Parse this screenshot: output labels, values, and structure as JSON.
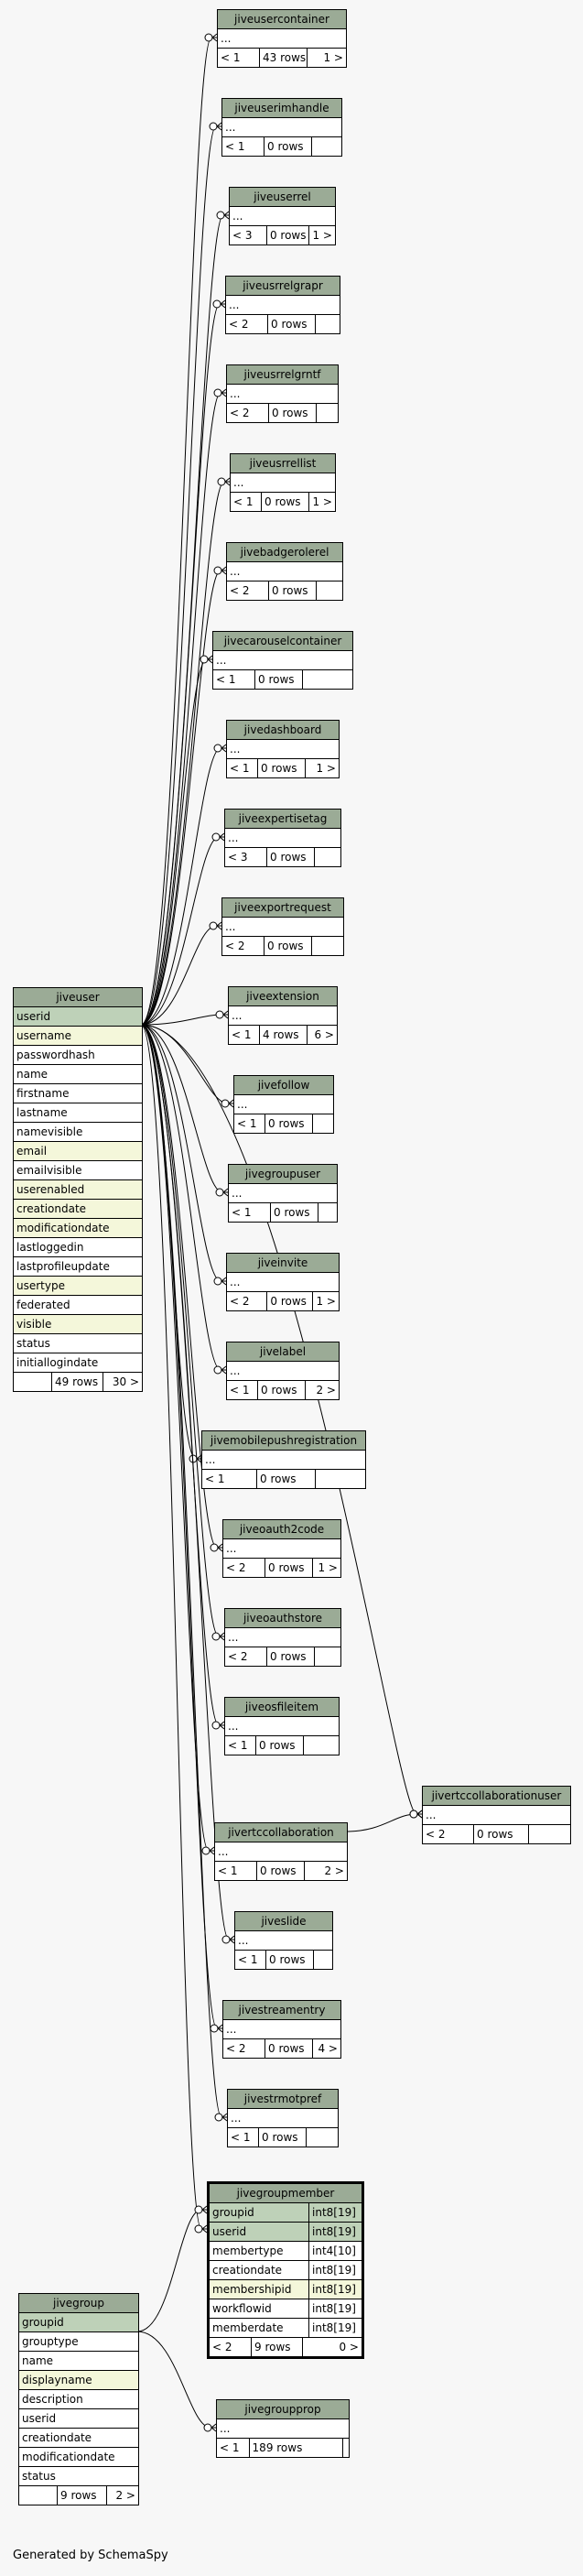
{
  "footer_text": "Generated by SchemaSpy",
  "colors": {
    "background": "#f7f7f7",
    "header": "#9bab96",
    "primary_key": "#bed1b8",
    "indexed": "#f4f7da"
  },
  "tables": {
    "jiveuser": {
      "name": "jiveuser",
      "columns": [
        {
          "name": "userid",
          "kind": "pk"
        },
        {
          "name": "username",
          "kind": "idx"
        },
        {
          "name": "passwordhash",
          "kind": ""
        },
        {
          "name": "name",
          "kind": ""
        },
        {
          "name": "firstname",
          "kind": ""
        },
        {
          "name": "lastname",
          "kind": ""
        },
        {
          "name": "namevisible",
          "kind": ""
        },
        {
          "name": "email",
          "kind": "idx"
        },
        {
          "name": "emailvisible",
          "kind": ""
        },
        {
          "name": "userenabled",
          "kind": "idx"
        },
        {
          "name": "creationdate",
          "kind": "idx"
        },
        {
          "name": "modificationdate",
          "kind": "idx"
        },
        {
          "name": "lastloggedin",
          "kind": ""
        },
        {
          "name": "lastprofileupdate",
          "kind": ""
        },
        {
          "name": "usertype",
          "kind": "idx"
        },
        {
          "name": "federated",
          "kind": ""
        },
        {
          "name": "visible",
          "kind": "idx"
        },
        {
          "name": "status",
          "kind": ""
        },
        {
          "name": "initiallogindate",
          "kind": ""
        }
      ],
      "footer": [
        "",
        "49 rows",
        "30 >"
      ]
    },
    "jivegroup": {
      "name": "jivegroup",
      "columns": [
        {
          "name": "groupid",
          "kind": "pk"
        },
        {
          "name": "grouptype",
          "kind": ""
        },
        {
          "name": "name",
          "kind": ""
        },
        {
          "name": "displayname",
          "kind": "idx"
        },
        {
          "name": "description",
          "kind": ""
        },
        {
          "name": "userid",
          "kind": ""
        },
        {
          "name": "creationdate",
          "kind": ""
        },
        {
          "name": "modificationdate",
          "kind": ""
        },
        {
          "name": "status",
          "kind": ""
        }
      ],
      "footer": [
        "",
        "9 rows",
        "2 >"
      ]
    },
    "jivegroupmember": {
      "name": "jivegroupmember",
      "columns": [
        {
          "name": "groupid",
          "type": "int8[19]",
          "kind": "pk"
        },
        {
          "name": "userid",
          "type": "int8[19]",
          "kind": "pk"
        },
        {
          "name": "membertype",
          "type": "int4[10]",
          "kind": ""
        },
        {
          "name": "creationdate",
          "type": "int8[19]",
          "kind": ""
        },
        {
          "name": "membershipid",
          "type": "int8[19]",
          "kind": "idx"
        },
        {
          "name": "workflowid",
          "type": "int8[19]",
          "kind": ""
        },
        {
          "name": "memberdate",
          "type": "int8[19]",
          "kind": ""
        }
      ],
      "footer": [
        "< 2",
        "9 rows",
        "0 >"
      ]
    },
    "jivegroupprop": {
      "name": "jivegroupprop",
      "columns": [
        {
          "name": "...",
          "kind": "dots"
        }
      ],
      "footer": [
        "< 1",
        "189 rows",
        ""
      ]
    },
    "jiveusercontainer": {
      "name": "jiveusercontainer",
      "columns": [
        {
          "name": "...",
          "kind": "dots"
        }
      ],
      "footer": [
        "< 1",
        "43 rows",
        "1 >"
      ]
    },
    "jiveuserimhandle": {
      "name": "jiveuserimhandle",
      "columns": [
        {
          "name": "...",
          "kind": "dots"
        }
      ],
      "footer": [
        "< 1",
        "0 rows",
        ""
      ]
    },
    "jiveuserrel": {
      "name": "jiveuserrel",
      "columns": [
        {
          "name": "...",
          "kind": "dots"
        }
      ],
      "footer": [
        "< 3",
        "0 rows",
        "1 >"
      ]
    },
    "jiveusrrelgrapr": {
      "name": "jiveusrrelgrapr",
      "columns": [
        {
          "name": "...",
          "kind": "dots"
        }
      ],
      "footer": [
        "< 2",
        "0 rows",
        ""
      ]
    },
    "jiveusrrelgrntf": {
      "name": "jiveusrrelgrntf",
      "columns": [
        {
          "name": "...",
          "kind": "dots"
        }
      ],
      "footer": [
        "< 2",
        "0 rows",
        ""
      ]
    },
    "jiveusrrellist": {
      "name": "jiveusrrellist",
      "columns": [
        {
          "name": "...",
          "kind": "dots"
        }
      ],
      "footer": [
        "< 1",
        "0 rows",
        "1 >"
      ]
    },
    "jivebadgerolerel": {
      "name": "jivebadgerolerel",
      "columns": [
        {
          "name": "...",
          "kind": "dots"
        }
      ],
      "footer": [
        "< 2",
        "0 rows",
        ""
      ]
    },
    "jivecarouselcontainer": {
      "name": "jivecarouselcontainer",
      "columns": [
        {
          "name": "...",
          "kind": "dots"
        }
      ],
      "footer": [
        "< 1",
        "0 rows",
        ""
      ]
    },
    "jivedashboard": {
      "name": "jivedashboard",
      "columns": [
        {
          "name": "...",
          "kind": "dots"
        }
      ],
      "footer": [
        "< 1",
        "0 rows",
        "1 >"
      ]
    },
    "jiveexpertisetag": {
      "name": "jiveexpertisetag",
      "columns": [
        {
          "name": "...",
          "kind": "dots"
        }
      ],
      "footer": [
        "< 3",
        "0 rows",
        ""
      ]
    },
    "jiveexportrequest": {
      "name": "jiveexportrequest",
      "columns": [
        {
          "name": "...",
          "kind": "dots"
        }
      ],
      "footer": [
        "< 2",
        "0 rows",
        ""
      ]
    },
    "jiveextension": {
      "name": "jiveextension",
      "columns": [
        {
          "name": "...",
          "kind": "dots"
        }
      ],
      "footer": [
        "< 1",
        "4 rows",
        "6 >"
      ]
    },
    "jivefollow": {
      "name": "jivefollow",
      "columns": [
        {
          "name": "...",
          "kind": "dots"
        }
      ],
      "footer": [
        "< 1",
        "0 rows",
        ""
      ]
    },
    "jivegroupuser": {
      "name": "jivegroupuser",
      "columns": [
        {
          "name": "...",
          "kind": "dots"
        }
      ],
      "footer": [
        "< 1",
        "0 rows",
        ""
      ]
    },
    "jiveinvite": {
      "name": "jiveinvite",
      "columns": [
        {
          "name": "...",
          "kind": "dots"
        }
      ],
      "footer": [
        "< 2",
        "0 rows",
        "1 >"
      ]
    },
    "jivelabel": {
      "name": "jivelabel",
      "columns": [
        {
          "name": "...",
          "kind": "dots"
        }
      ],
      "footer": [
        "< 1",
        "0 rows",
        "2 >"
      ]
    },
    "jivemobilepushregistration": {
      "name": "jivemobilepushregistration",
      "columns": [
        {
          "name": "...",
          "kind": "dots"
        }
      ],
      "footer": [
        "< 1",
        "0 rows",
        ""
      ]
    },
    "jiveoauth2code": {
      "name": "jiveoauth2code",
      "columns": [
        {
          "name": "...",
          "kind": "dots"
        }
      ],
      "footer": [
        "< 2",
        "0 rows",
        "1 >"
      ]
    },
    "jiveoauthstore": {
      "name": "jiveoauthstore",
      "columns": [
        {
          "name": "...",
          "kind": "dots"
        }
      ],
      "footer": [
        "< 2",
        "0 rows",
        ""
      ]
    },
    "jiveosfileitem": {
      "name": "jiveosfileitem",
      "columns": [
        {
          "name": "...",
          "kind": "dots"
        }
      ],
      "footer": [
        "< 1",
        "0 rows",
        ""
      ]
    },
    "jivertccollaborationuser": {
      "name": "jivertccollaborationuser",
      "columns": [
        {
          "name": "...",
          "kind": "dots"
        }
      ],
      "footer": [
        "< 2",
        "0 rows",
        ""
      ]
    },
    "jivertccollaboration": {
      "name": "jivertccollaboration",
      "columns": [
        {
          "name": "...",
          "kind": "dots"
        }
      ],
      "footer": [
        "< 1",
        "0 rows",
        "2 >"
      ]
    },
    "jiveslide": {
      "name": "jiveslide",
      "columns": [
        {
          "name": "...",
          "kind": "dots"
        }
      ],
      "footer": [
        "< 1",
        "0 rows",
        ""
      ]
    },
    "jivestreamentry": {
      "name": "jivestreamentry",
      "columns": [
        {
          "name": "...",
          "kind": "dots"
        }
      ],
      "footer": [
        "< 2",
        "0 rows",
        "4 >"
      ]
    },
    "jivestrmotpref": {
      "name": "jivestrmotpref",
      "columns": [
        {
          "name": "...",
          "kind": "dots"
        }
      ],
      "footer": [
        "< 1",
        "0 rows",
        ""
      ]
    }
  },
  "relationships": [
    {
      "from": "jiveuser",
      "to": "jiveusercontainer"
    },
    {
      "from": "jiveuser",
      "to": "jiveuserimhandle"
    },
    {
      "from": "jiveuser",
      "to": "jiveuserrel"
    },
    {
      "from": "jiveuser",
      "to": "jiveusrrelgrapr"
    },
    {
      "from": "jiveuser",
      "to": "jiveusrrelgrntf"
    },
    {
      "from": "jiveuser",
      "to": "jiveusrrellist"
    },
    {
      "from": "jiveuser",
      "to": "jivebadgerolerel"
    },
    {
      "from": "jiveuser",
      "to": "jivecarouselcontainer"
    },
    {
      "from": "jiveuser",
      "to": "jivedashboard"
    },
    {
      "from": "jiveuser",
      "to": "jiveexpertisetag"
    },
    {
      "from": "jiveuser",
      "to": "jiveexportrequest"
    },
    {
      "from": "jiveuser",
      "to": "jiveextension"
    },
    {
      "from": "jiveuser",
      "to": "jivefollow"
    },
    {
      "from": "jiveuser",
      "to": "jivegroupuser"
    },
    {
      "from": "jiveuser",
      "to": "jiveinvite"
    },
    {
      "from": "jiveuser",
      "to": "jivelabel"
    },
    {
      "from": "jiveuser",
      "to": "jivemobilepushregistration"
    },
    {
      "from": "jiveuser",
      "to": "jiveoauth2code"
    },
    {
      "from": "jiveuser",
      "to": "jiveoauthstore"
    },
    {
      "from": "jiveuser",
      "to": "jiveosfileitem"
    },
    {
      "from": "jiveuser",
      "to": "jivertccollaborationuser"
    },
    {
      "from": "jiveuser",
      "to": "jivertccollaboration"
    },
    {
      "from": "jiveuser",
      "to": "jiveslide"
    },
    {
      "from": "jiveuser",
      "to": "jivestreamentry"
    },
    {
      "from": "jiveuser",
      "to": "jivestrmotpref"
    },
    {
      "from": "jiveuser",
      "to": "jivegroupmember"
    },
    {
      "from": "jivegroup",
      "to": "jivegroupmember"
    },
    {
      "from": "jivegroup",
      "to": "jivegroupprop"
    },
    {
      "from": "jivertccollaboration",
      "to": "jivertccollaborationuser"
    }
  ]
}
